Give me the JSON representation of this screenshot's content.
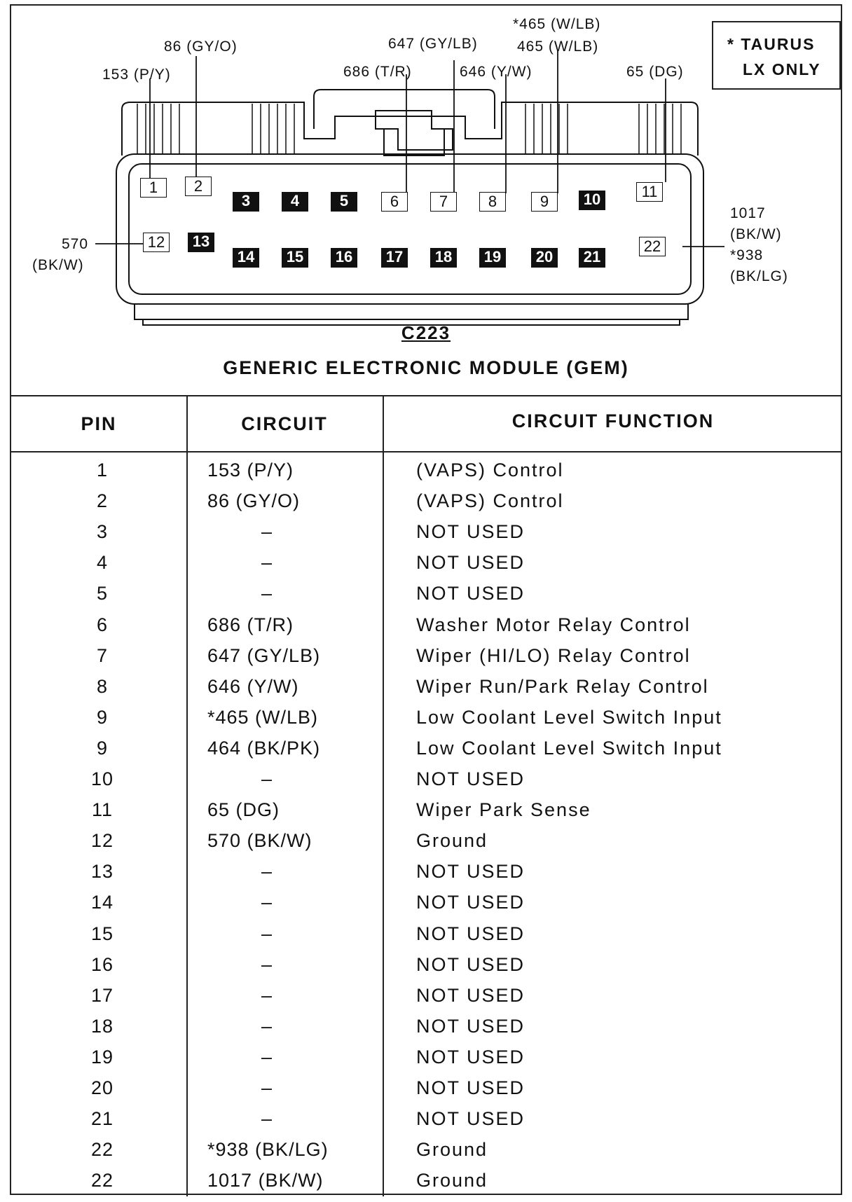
{
  "legend": {
    "line1": "* TAURUS",
    "line2": "LX ONLY"
  },
  "wire_labels": {
    "pin1": "153 (P/Y)",
    "pin2": "86 (GY/O)",
    "pin6": "686 (T/R)",
    "pin7": "647 (GY/LB)",
    "pin8": "646 (Y/W)",
    "pin9a": "*465 (W/LB)",
    "pin9b": "465 (W/LB)",
    "pin11": "65 (DG)",
    "pin12a": "570",
    "pin12b": "(BK/W)",
    "pin22a": "1017",
    "pin22b": "(BK/W)",
    "pin22c": "*938",
    "pin22d": "(BK/LG)"
  },
  "connector": {
    "id": "C223",
    "name": "GENERIC ELECTRONIC MODULE (GEM)",
    "pins": [
      {
        "n": "1",
        "fill": "white"
      },
      {
        "n": "2",
        "fill": "white"
      },
      {
        "n": "3",
        "fill": "black"
      },
      {
        "n": "4",
        "fill": "black"
      },
      {
        "n": "5",
        "fill": "black"
      },
      {
        "n": "6",
        "fill": "white"
      },
      {
        "n": "7",
        "fill": "white"
      },
      {
        "n": "8",
        "fill": "white"
      },
      {
        "n": "9",
        "fill": "white"
      },
      {
        "n": "10",
        "fill": "black"
      },
      {
        "n": "11",
        "fill": "white"
      },
      {
        "n": "12",
        "fill": "white"
      },
      {
        "n": "13",
        "fill": "black"
      },
      {
        "n": "14",
        "fill": "black"
      },
      {
        "n": "15",
        "fill": "black"
      },
      {
        "n": "16",
        "fill": "black"
      },
      {
        "n": "17",
        "fill": "black"
      },
      {
        "n": "18",
        "fill": "black"
      },
      {
        "n": "19",
        "fill": "black"
      },
      {
        "n": "20",
        "fill": "black"
      },
      {
        "n": "21",
        "fill": "black"
      },
      {
        "n": "22",
        "fill": "white"
      }
    ]
  },
  "table": {
    "headers": {
      "pin": "PIN",
      "circuit": "CIRCUIT",
      "function": "CIRCUIT FUNCTION"
    },
    "rows": [
      {
        "pin": "1",
        "circuit": "153 (P/Y)",
        "function": "(VAPS) Control"
      },
      {
        "pin": "2",
        "circuit": "86 (GY/O)",
        "function": "(VAPS) Control"
      },
      {
        "pin": "3",
        "circuit": "–",
        "function": "NOT USED"
      },
      {
        "pin": "4",
        "circuit": "–",
        "function": "NOT USED"
      },
      {
        "pin": "5",
        "circuit": "–",
        "function": "NOT USED"
      },
      {
        "pin": "6",
        "circuit": "686 (T/R)",
        "function": "Washer Motor Relay Control"
      },
      {
        "pin": "7",
        "circuit": "647 (GY/LB)",
        "function": "Wiper (HI/LO) Relay Control"
      },
      {
        "pin": "8",
        "circuit": "646 (Y/W)",
        "function": "Wiper Run/Park Relay Control"
      },
      {
        "pin": "9",
        "circuit": "*465 (W/LB)",
        "function": "Low Coolant Level Switch Input"
      },
      {
        "pin": "9",
        "circuit": "464 (BK/PK)",
        "function": "Low Coolant Level Switch Input"
      },
      {
        "pin": "10",
        "circuit": "–",
        "function": "NOT USED"
      },
      {
        "pin": "11",
        "circuit": "65 (DG)",
        "function": "Wiper Park Sense"
      },
      {
        "pin": "12",
        "circuit": "570 (BK/W)",
        "function": "Ground"
      },
      {
        "pin": "13",
        "circuit": "–",
        "function": "NOT USED"
      },
      {
        "pin": "14",
        "circuit": "–",
        "function": "NOT USED"
      },
      {
        "pin": "15",
        "circuit": "–",
        "function": "NOT USED"
      },
      {
        "pin": "16",
        "circuit": "–",
        "function": "NOT USED"
      },
      {
        "pin": "17",
        "circuit": "–",
        "function": "NOT USED"
      },
      {
        "pin": "18",
        "circuit": "–",
        "function": "NOT USED"
      },
      {
        "pin": "19",
        "circuit": "–",
        "function": "NOT USED"
      },
      {
        "pin": "20",
        "circuit": "–",
        "function": "NOT USED"
      },
      {
        "pin": "21",
        "circuit": "–",
        "function": "NOT USED"
      },
      {
        "pin": "22",
        "circuit": "*938 (BK/LG)",
        "function": "Ground"
      },
      {
        "pin": "22",
        "circuit": "1017 (BK/W)",
        "function": "Ground"
      }
    ]
  }
}
